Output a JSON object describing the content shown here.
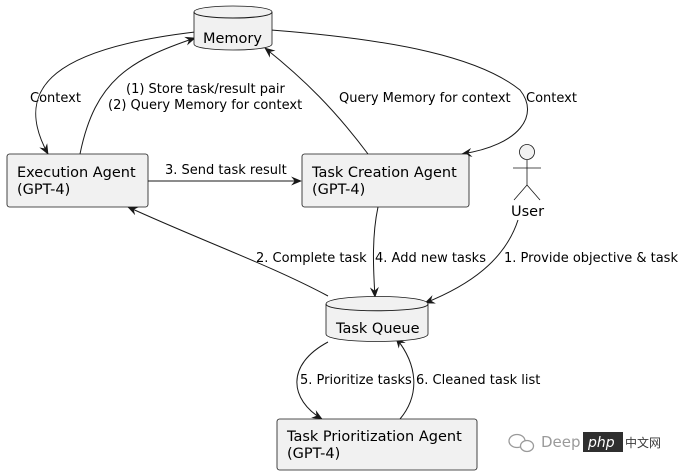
{
  "nodes": {
    "memory": {
      "label": "Memory"
    },
    "execution_agent": {
      "line1": "Execution Agent",
      "line2": "(GPT-4)"
    },
    "task_creation_agent": {
      "line1": "Task Creation Agent",
      "line2": "(GPT-4)"
    },
    "task_queue": {
      "label": "Task Queue"
    },
    "task_prioritization_agent": {
      "line1": "Task Prioritization Agent",
      "line2": "(GPT-4)"
    },
    "user": {
      "label": "User"
    }
  },
  "edges": {
    "memory_to_execution": "Context",
    "execution_to_memory_1": "(1) Store task/result pair",
    "execution_to_memory_2": "(2) Query Memory for context",
    "creation_to_memory": "Query Memory for context",
    "memory_to_creation": "Context",
    "execution_to_creation": "3. Send task result",
    "queue_to_execution": "2. Complete task",
    "creation_to_queue": "4. Add new tasks",
    "user_to_queue": "1. Provide objective & task",
    "queue_to_prioritization": "5. Prioritize tasks",
    "prioritization_to_queue": "6. Cleaned task list"
  },
  "watermark": {
    "brand": "Deep",
    "badge": "php",
    "suffix": "中文网"
  }
}
